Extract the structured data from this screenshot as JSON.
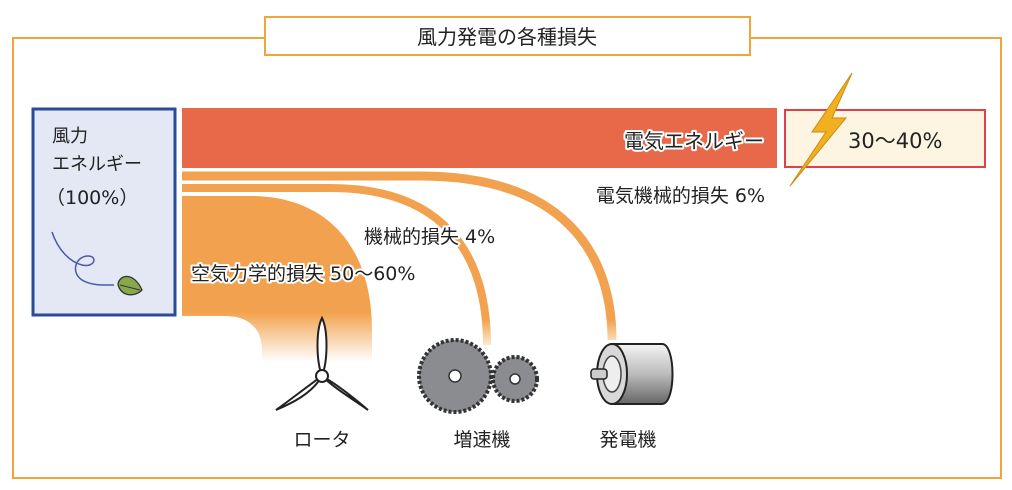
{
  "title": "風力発電の各種損失",
  "source": {
    "line1": "風力",
    "line2": "エネルギー",
    "line3": "（100%）"
  },
  "output": {
    "label": "電気エネルギー",
    "percent": "30〜40%"
  },
  "losses": {
    "electromechanical": "電気機械的損失  6%",
    "mechanical": "機械的損失  4%",
    "aerodynamic": "空気力学的損失 50〜60%"
  },
  "components": {
    "rotor": "ロータ",
    "gearbox": "増速機",
    "generator": "発電機"
  },
  "colors": {
    "frame": "#f0a43a",
    "electric_bar": "#e8684a",
    "loss_flow": "#f2a24e",
    "source_box_fill": "#e3e8f4",
    "source_box_border": "#2b4a98",
    "output_box_border": "#e0404a",
    "output_box_fill": "#fdf5e2",
    "lightning": "#f0b020"
  }
}
